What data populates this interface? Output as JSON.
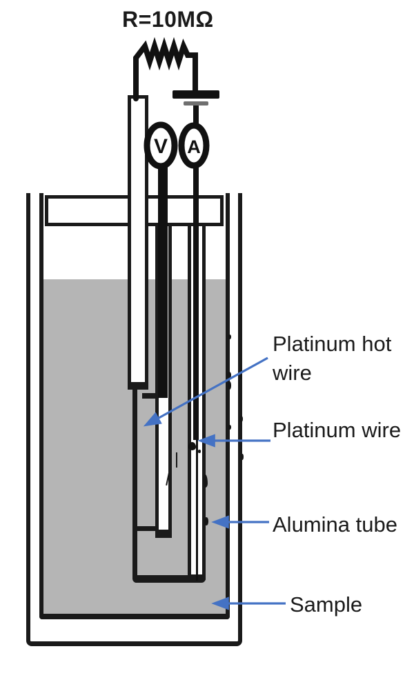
{
  "diagram": {
    "title_resistor": "R=10MΩ",
    "meters": {
      "voltmeter": "V",
      "ammeter": "A"
    },
    "callouts": {
      "hot_wire_line1": "Platinum hot",
      "hot_wire_line2": "wire",
      "platinum_wire": "Platinum wire",
      "alumina_tube": "Alumina tube",
      "sample": "Sample"
    },
    "colors": {
      "arrow_blue": "#4472c4",
      "sample_gray": "#b5b5b5",
      "line_black": "#1a1a1a",
      "battery_minor_bar_gray": "#6f6f6f"
    }
  }
}
